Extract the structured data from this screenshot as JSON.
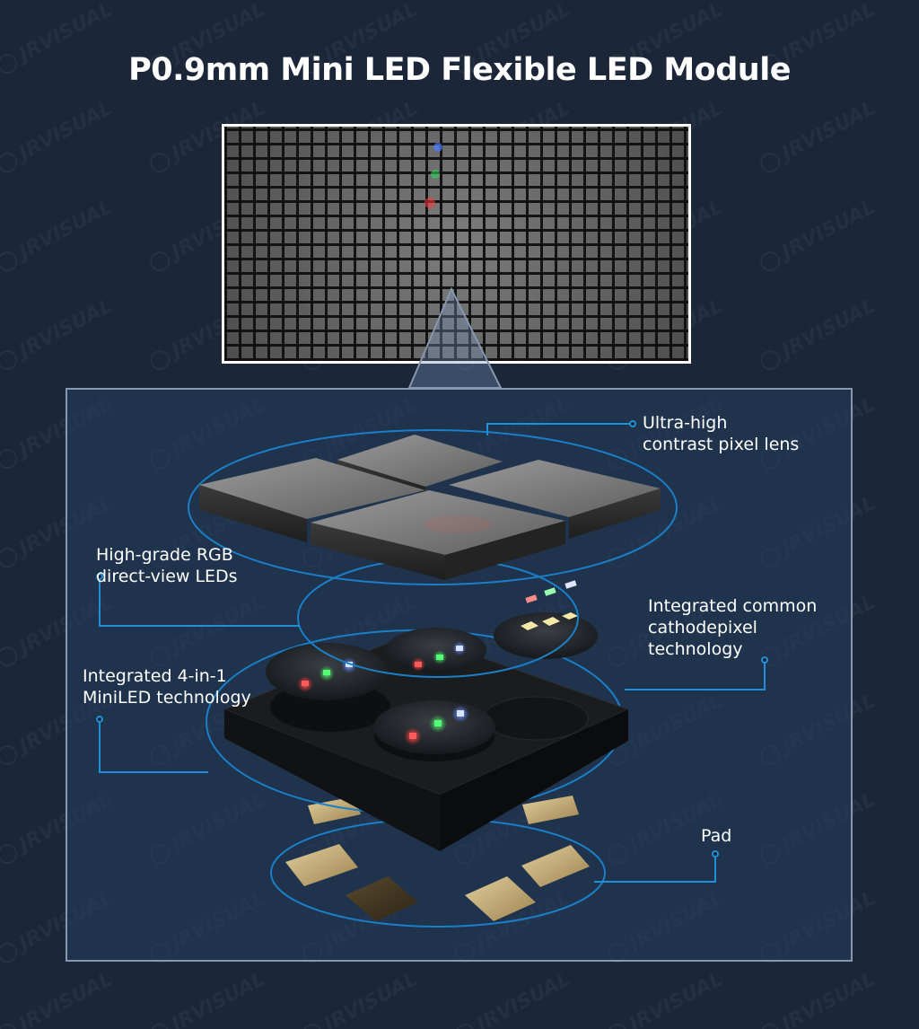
{
  "title": "P0.9mm Mini LED Flexible LED Module",
  "watermark_text": "JRVISUAL",
  "labels": {
    "lens": {
      "line1": "Ultra-high",
      "line2": "contrast pixel lens"
    },
    "rgb": {
      "line1": "High-grade RGB",
      "line2": "direct-view LEDs"
    },
    "cathode": {
      "line1": "Integrated common",
      "line2": "cathodepixel",
      "line3": "technology"
    },
    "miniled": {
      "line1": "Integrated 4-in-1",
      "line2": "MiniLED technology"
    },
    "pad": {
      "line1": "Pad"
    }
  },
  "colors": {
    "background": "#1b2638",
    "leader_line": "#1f8fd6",
    "ring": "#1a7fc7",
    "panel_border": "#8797ad",
    "led_red": "#ff3a3a",
    "led_green": "#35e05a",
    "led_blue": "#4a7dff",
    "pad_gold": "#c9b07a"
  }
}
